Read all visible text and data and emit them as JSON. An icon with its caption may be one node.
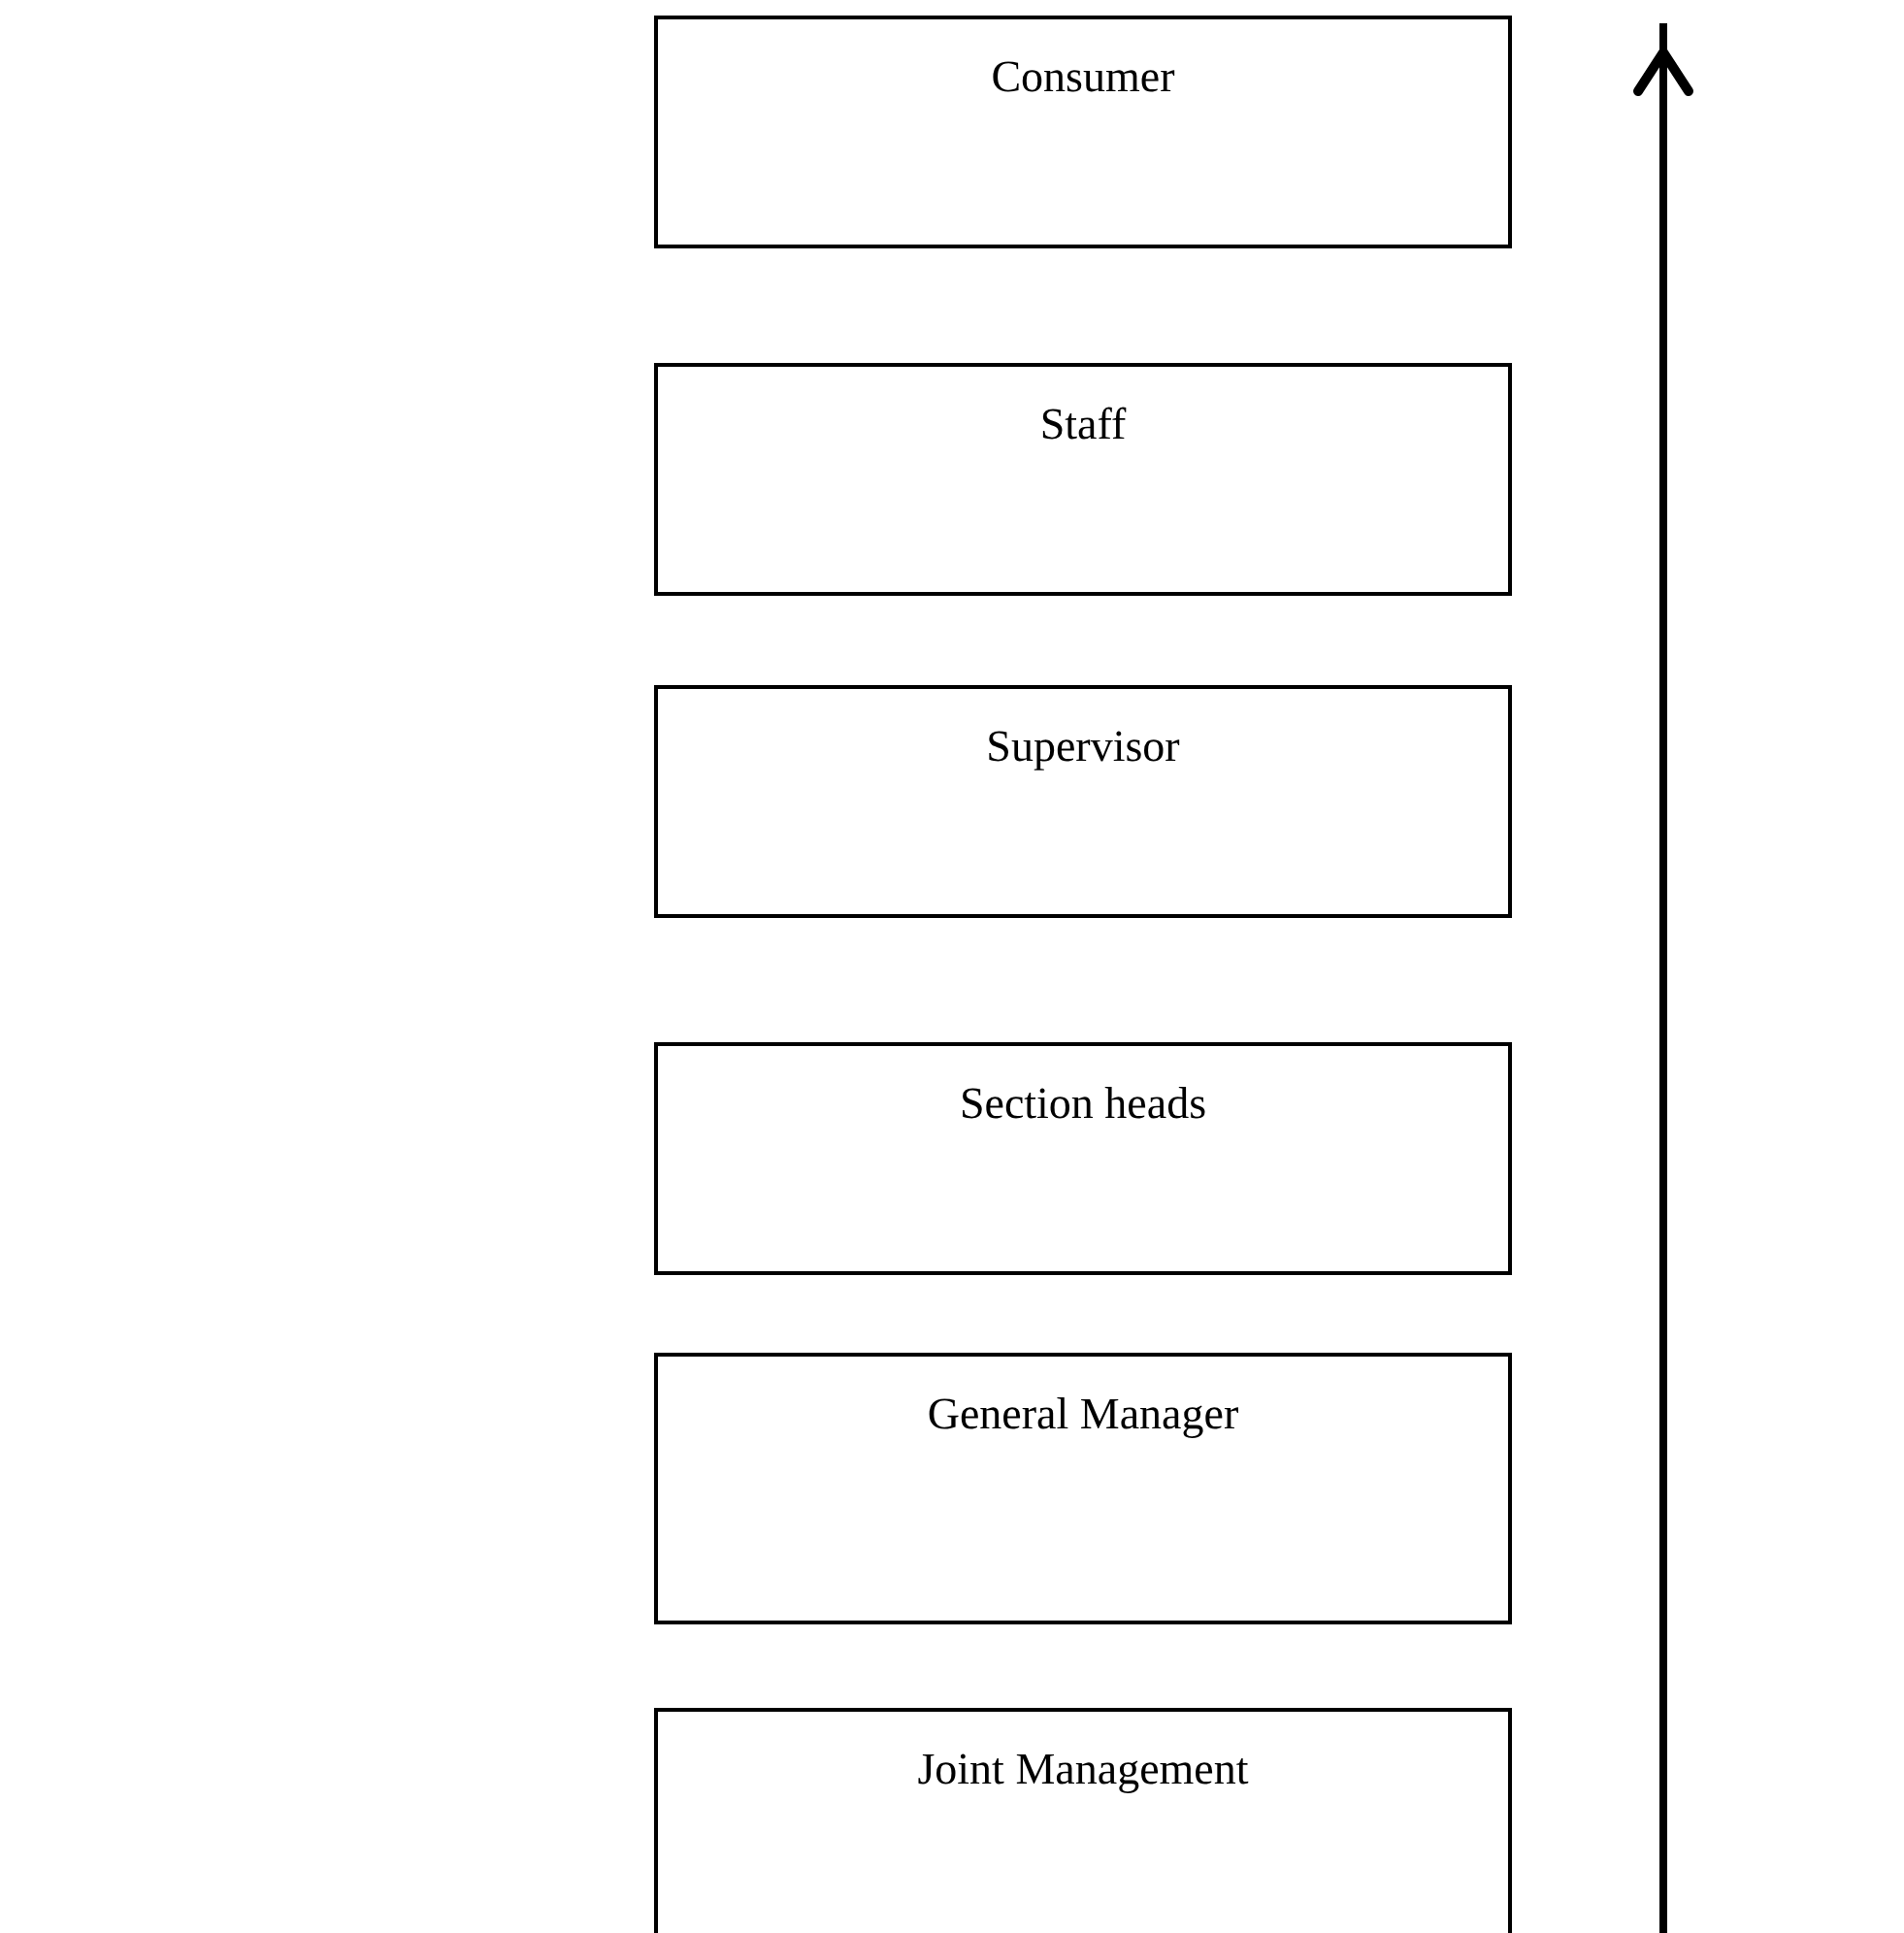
{
  "diagram": {
    "nodes": [
      {
        "text": [
          "Consumer"
        ]
      },
      {
        "text": [
          "Staff"
        ]
      },
      {
        "text": [
          "Supervisor"
        ]
      },
      {
        "text": [
          "Section heads"
        ]
      },
      {
        "text": [
          "General Manager"
        ]
      },
      {
        "text": [
          "Joint Management"
        ]
      }
    ],
    "edges": []
  }
}
